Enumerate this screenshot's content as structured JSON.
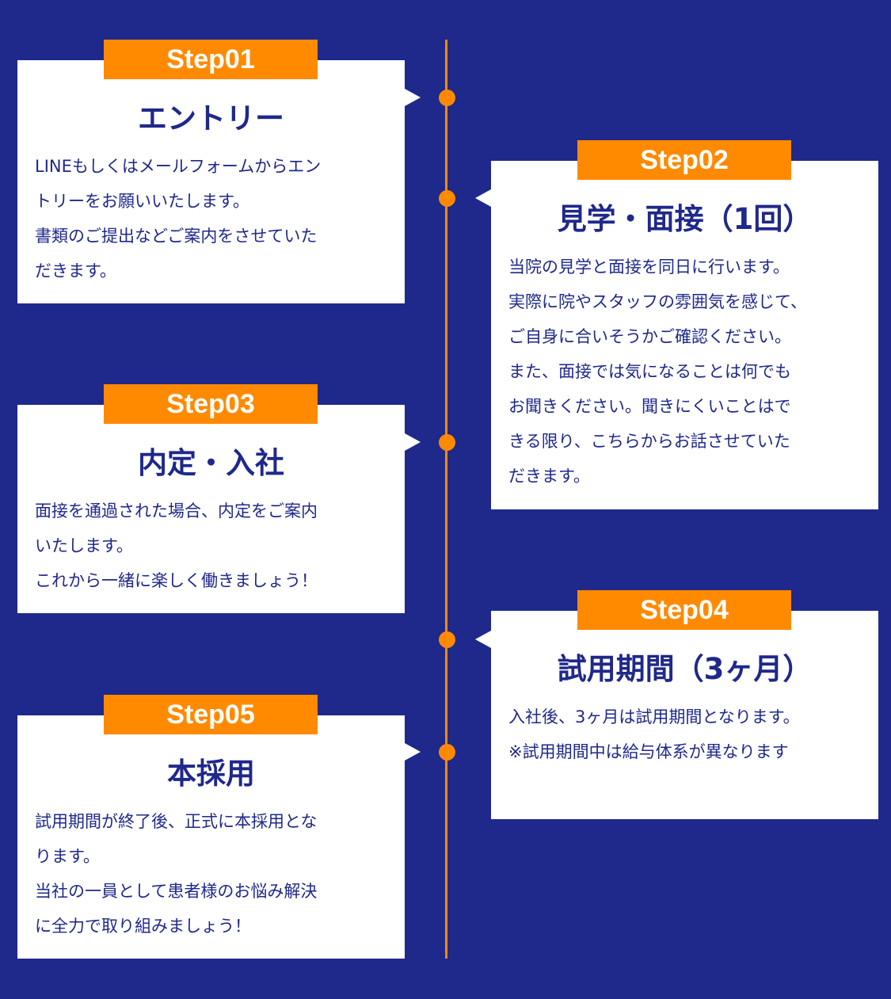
{
  "colors": {
    "background": "#1f288b",
    "accent": "#ff8a00",
    "card": "#ffffff"
  },
  "steps": [
    {
      "label": "Step01",
      "title": "エントリー",
      "lines": [
        "LINEもしくはメールフォームからエン",
        "トリーをお願いいたします。",
        "書類のご提出などご案内をさせていた",
        "だきます。"
      ]
    },
    {
      "label": "Step02",
      "title": "見学・面接（1回）",
      "lines": [
        "当院の見学と面接を同日に行います。",
        "実際に院やスタッフの雰囲気を感じて、",
        "ご自身に合いそうかご確認ください。",
        "また、面接では気になることは何でも",
        "お聞きください。聞きにくいことはで",
        "きる限り、こちらからお話させていた",
        "だきます。"
      ]
    },
    {
      "label": "Step03",
      "title": "内定・入社",
      "lines": [
        "面接を通過された場合、内定をご案内",
        "いたします。",
        "これから一緒に楽しく働きましょう！"
      ]
    },
    {
      "label": "Step04",
      "title": "試用期間（3ヶ月）",
      "lines": [
        "入社後、3ヶ月は試用期間となります。",
        "※試用期間中は給与体系が異なります"
      ]
    },
    {
      "label": "Step05",
      "title": "本採用",
      "lines": [
        "試用期間が終了後、正式に本採用とな",
        "ります。",
        "当社の一員として患者様のお悩み解決",
        "に全力で取り組みましょう！"
      ]
    }
  ]
}
